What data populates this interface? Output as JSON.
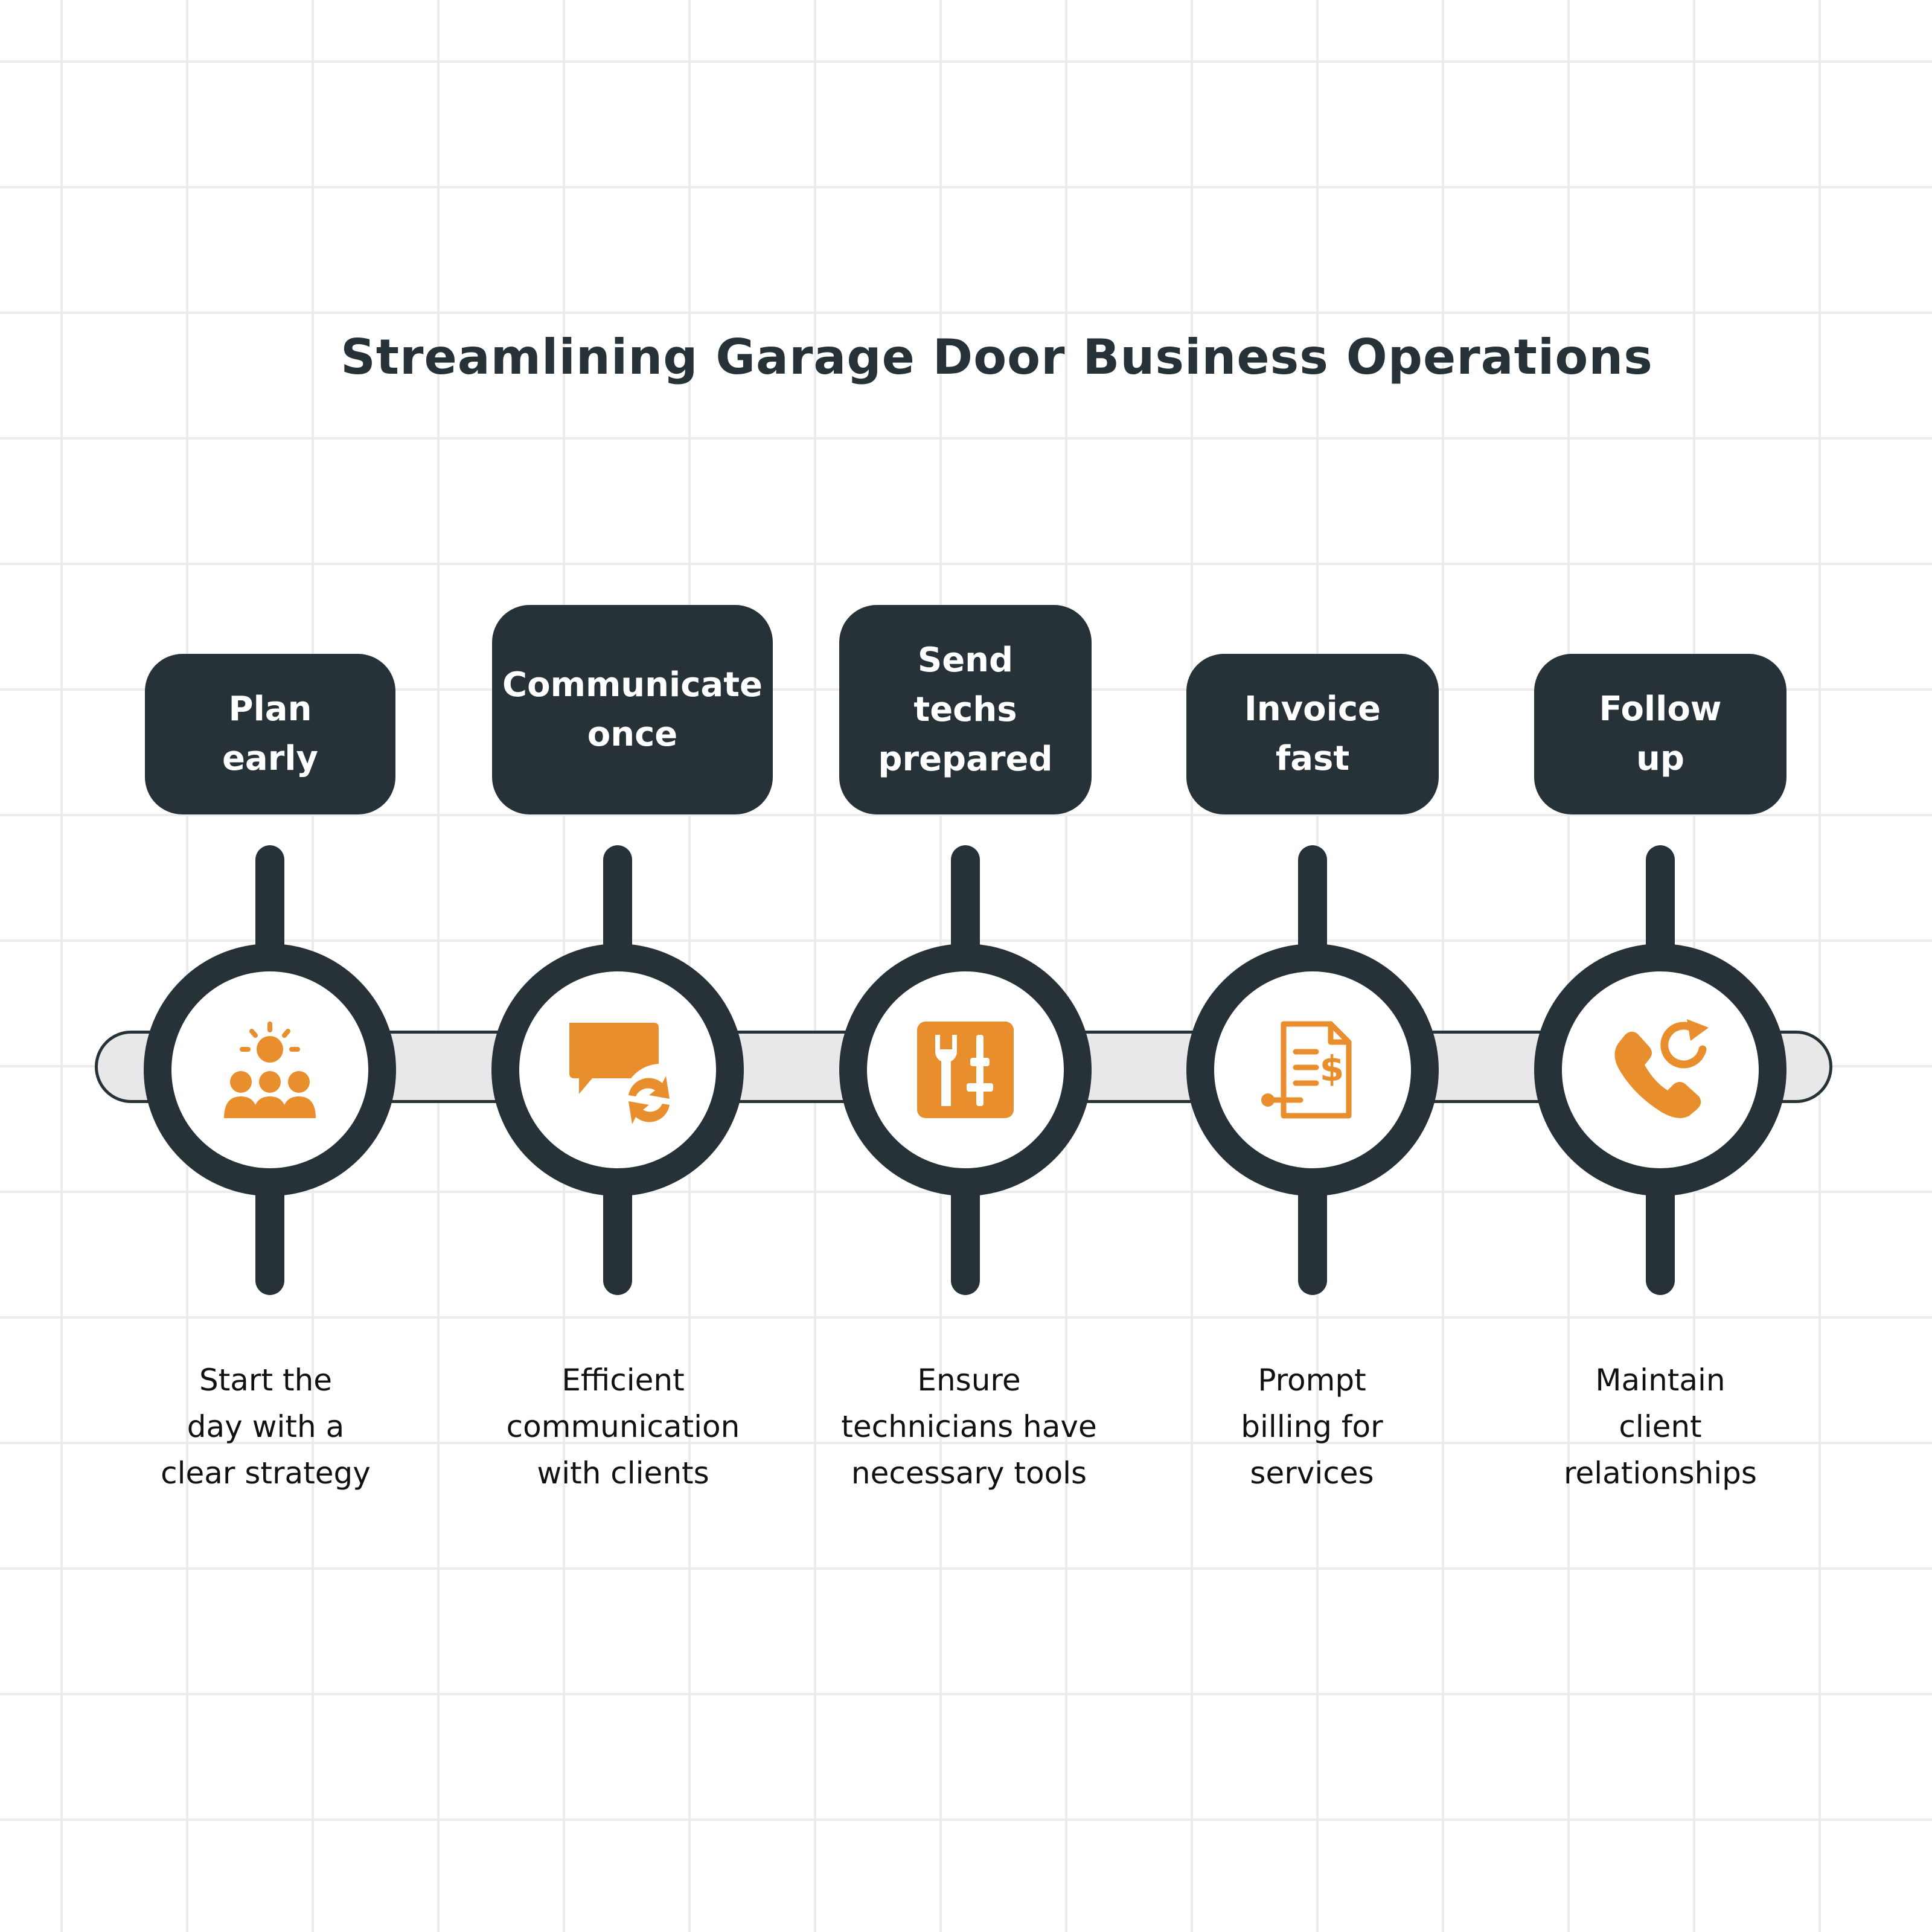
{
  "title": "Streamlining Garage Door Business Operations",
  "colors": {
    "dark": "#263238",
    "accent": "#E98E2C",
    "track": "#E8E8E8",
    "grid": "#ECECEC"
  },
  "steps": [
    {
      "label": [
        "Plan",
        "early"
      ],
      "icon": "team-sun-icon",
      "description": [
        "Start the",
        "day with a",
        "clear strategy"
      ]
    },
    {
      "label": [
        "Communicate",
        "once"
      ],
      "icon": "chat-refresh-icon",
      "description": [
        "Efficient",
        "communication",
        "with clients"
      ]
    },
    {
      "label": [
        "Send",
        "techs",
        "prepared"
      ],
      "icon": "tools-icon",
      "description": [
        "Ensure",
        "technicians have",
        "necessary tools"
      ]
    },
    {
      "label": [
        "Invoice",
        "fast"
      ],
      "icon": "invoice-dollar-icon",
      "description": [
        "Prompt",
        "billing for",
        "services"
      ]
    },
    {
      "label": [
        "Follow",
        "up"
      ],
      "icon": "phone-callback-icon",
      "description": [
        "Maintain",
        "client",
        "relationships"
      ]
    }
  ]
}
